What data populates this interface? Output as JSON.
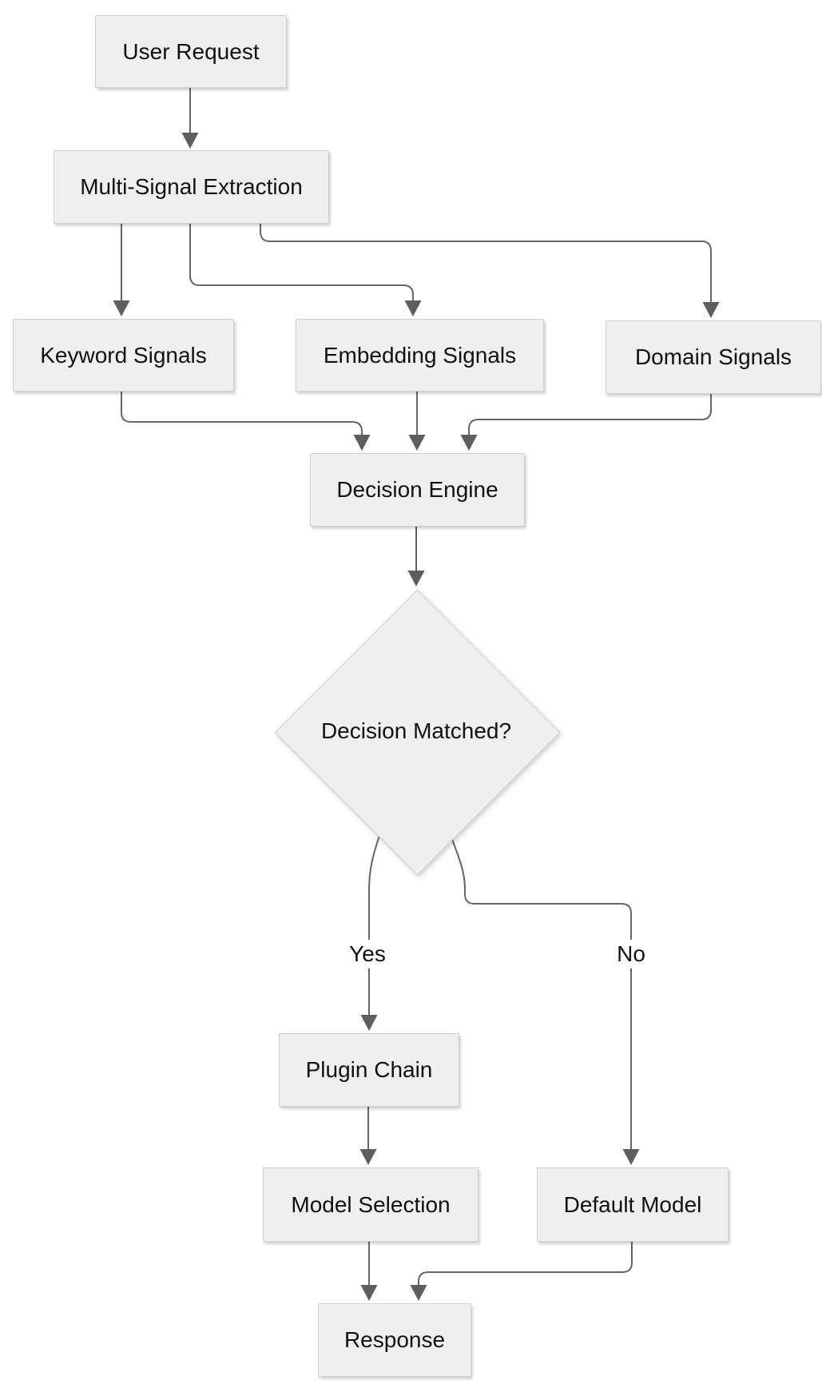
{
  "diagram": {
    "type": "flowchart",
    "background_color": "#ffffff",
    "node_fill_color": "#efefef",
    "node_border_color": "#cfcfcf",
    "edge_line_color": "#666666",
    "arrowhead_color": "#5e5e5e",
    "text_color": "#111111",
    "nodes": [
      {
        "id": "user-request",
        "label": "User Request",
        "shape": "rect"
      },
      {
        "id": "multi-signal-extraction",
        "label": "Multi-Signal Extraction",
        "shape": "rect"
      },
      {
        "id": "keyword-signals",
        "label": "Keyword Signals",
        "shape": "rect"
      },
      {
        "id": "embedding-signals",
        "label": "Embedding Signals",
        "shape": "rect"
      },
      {
        "id": "domain-signals",
        "label": "Domain Signals",
        "shape": "rect"
      },
      {
        "id": "decision-engine",
        "label": "Decision Engine",
        "shape": "rect"
      },
      {
        "id": "decision-matched",
        "label": "Decision Matched?",
        "shape": "diamond"
      },
      {
        "id": "plugin-chain",
        "label": "Plugin Chain",
        "shape": "rect"
      },
      {
        "id": "model-selection",
        "label": "Model Selection",
        "shape": "rect"
      },
      {
        "id": "default-model",
        "label": "Default Model",
        "shape": "rect"
      },
      {
        "id": "response",
        "label": "Response",
        "shape": "rect"
      }
    ],
    "edges": [
      {
        "from": "User Request",
        "to": "Multi-Signal Extraction",
        "label": ""
      },
      {
        "from": "Multi-Signal Extraction",
        "to": "Keyword Signals",
        "label": ""
      },
      {
        "from": "Multi-Signal Extraction",
        "to": "Embedding Signals",
        "label": ""
      },
      {
        "from": "Multi-Signal Extraction",
        "to": "Domain Signals",
        "label": ""
      },
      {
        "from": "Keyword Signals",
        "to": "Decision Engine",
        "label": ""
      },
      {
        "from": "Embedding Signals",
        "to": "Decision Engine",
        "label": ""
      },
      {
        "from": "Domain Signals",
        "to": "Decision Engine",
        "label": ""
      },
      {
        "from": "Decision Engine",
        "to": "Decision Matched?",
        "label": ""
      },
      {
        "from": "Decision Matched?",
        "to": "Plugin Chain",
        "label": "Yes"
      },
      {
        "from": "Decision Matched?",
        "to": "Default Model",
        "label": "No"
      },
      {
        "from": "Plugin Chain",
        "to": "Model Selection",
        "label": ""
      },
      {
        "from": "Model Selection",
        "to": "Response",
        "label": ""
      },
      {
        "from": "Default Model",
        "to": "Response",
        "label": ""
      }
    ]
  }
}
